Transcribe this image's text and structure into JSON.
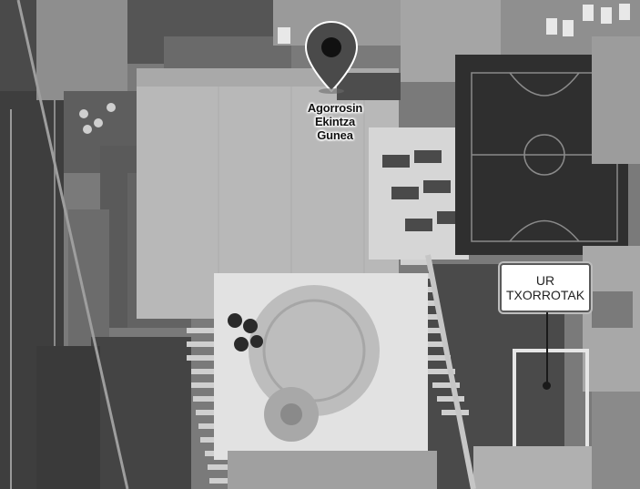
{
  "map": {
    "markers": [
      {
        "id": "agorrosin",
        "label_lines": [
          "Agorrosin",
          "Ekintza",
          "Gunea"
        ],
        "icon": "map-pin-icon",
        "color": "#3a3a3a"
      }
    ],
    "callouts": [
      {
        "id": "ur-txorrotak",
        "label_lines": [
          "UR",
          "TXORROTAK"
        ]
      }
    ]
  }
}
